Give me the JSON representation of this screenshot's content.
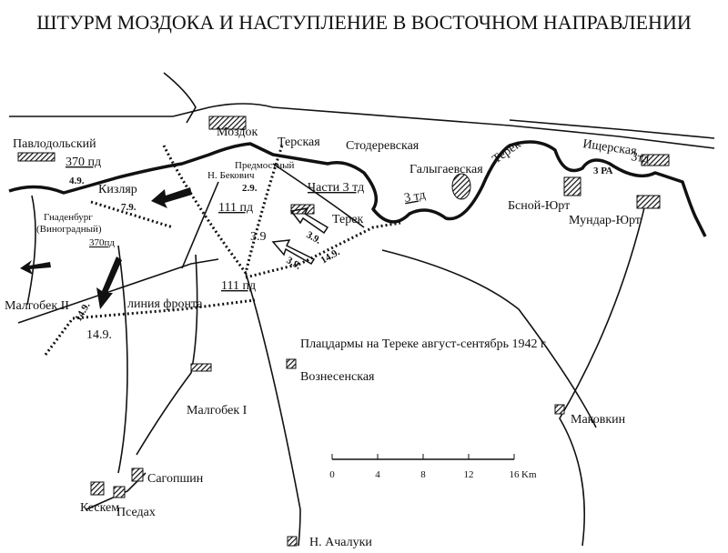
{
  "title": "ШТУРМ МОЗДОКА И НАСТУПЛЕНИЕ В ВОСТОЧНОМ НАПРАВЛЕНИИ",
  "caption": "Плацдармы на Тереке август-сентябрь 1942 г.",
  "places": {
    "pavlodolsky": "Павлодольский",
    "kizlyar": "Кизляр",
    "gnadenburg": "Гнаденбург",
    "vinogradny": "(Виноградный)",
    "malgobek2": "Малгобек II",
    "mozdok": "Моздок",
    "terskaya": "Терская",
    "stoderevskaya": "Стодеревская",
    "predmostny": "Предмостный",
    "bekovich": "Н. Бекович",
    "terek1": "Терек",
    "terek2": "Терек",
    "galygaevskaya": "Галыгаевская",
    "ishcherskaya": "Ищерская",
    "bsnoy_yurt": "Бсной-Юрт",
    "mundar_yurt": "Мундар-Юрт",
    "voznesenskaya": "Вознесенская",
    "malgobek1": "Малгобек I",
    "makovkin": "Маковкин",
    "sagopshin": "Сагопшин",
    "keskem": "Кескем",
    "psedakh": "Пседах",
    "achaluki": "Н. Ачалуки"
  },
  "units": {
    "pd370_a": "370 пд",
    "pd370_b": "370пд",
    "pd111_a": "111 пд",
    "pd111_b": "111 пд",
    "td3_parts": "Части 3 тд",
    "td3_a": "3 тд",
    "td3_b": "3тд",
    "ra3": "3 РА"
  },
  "front_label": "линия фронта",
  "dates": {
    "d49": "4.9.",
    "d79": "7.9.",
    "d29": "2.9.",
    "d39_a": "3.9",
    "d39_b": "3.9.",
    "d39_c": "3.9.",
    "d149_a": "14.9.",
    "d149_b": "14.9.",
    "d149_c": "14.9."
  },
  "scale": {
    "ticks": [
      "0",
      "4",
      "8",
      "12",
      "16"
    ],
    "unit": "Km"
  }
}
